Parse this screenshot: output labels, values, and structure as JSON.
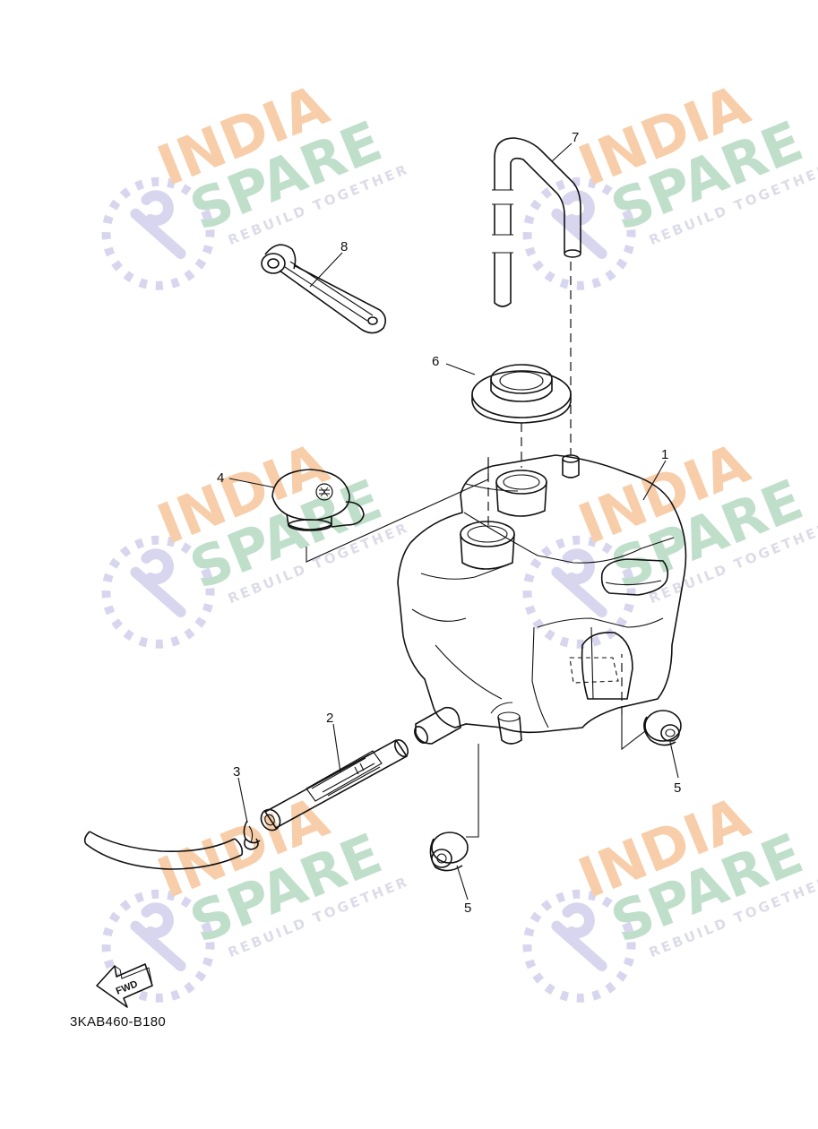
{
  "diagram_code": "3KAB460-B180",
  "fwd_label": "FWD",
  "watermark": {
    "line1": "INDIA",
    "line2": "SPARE",
    "tagline": "REBUILD TOGETHER",
    "colors": {
      "india": "#f6c9a0",
      "spare": "#b9dcc6",
      "tagline": "#d8d8e6",
      "icon": "#d4d2ee"
    }
  },
  "callouts": {
    "c1": "1",
    "c2": "2",
    "c3": "3",
    "c4": "4",
    "c5a": "5",
    "c5b": "5",
    "c6": "6",
    "c7": "7",
    "c8": "8"
  },
  "parts": [
    {
      "number": "1",
      "name": "fuel-tank"
    },
    {
      "number": "2",
      "name": "fuel-cock-strainer"
    },
    {
      "number": "3",
      "name": "hose-clip"
    },
    {
      "number": "4",
      "name": "tank-cap"
    },
    {
      "number": "5",
      "name": "damper"
    },
    {
      "number": "6",
      "name": "grommet"
    },
    {
      "number": "7",
      "name": "breather-hose"
    },
    {
      "number": "8",
      "name": "cap-holder-strap"
    }
  ]
}
